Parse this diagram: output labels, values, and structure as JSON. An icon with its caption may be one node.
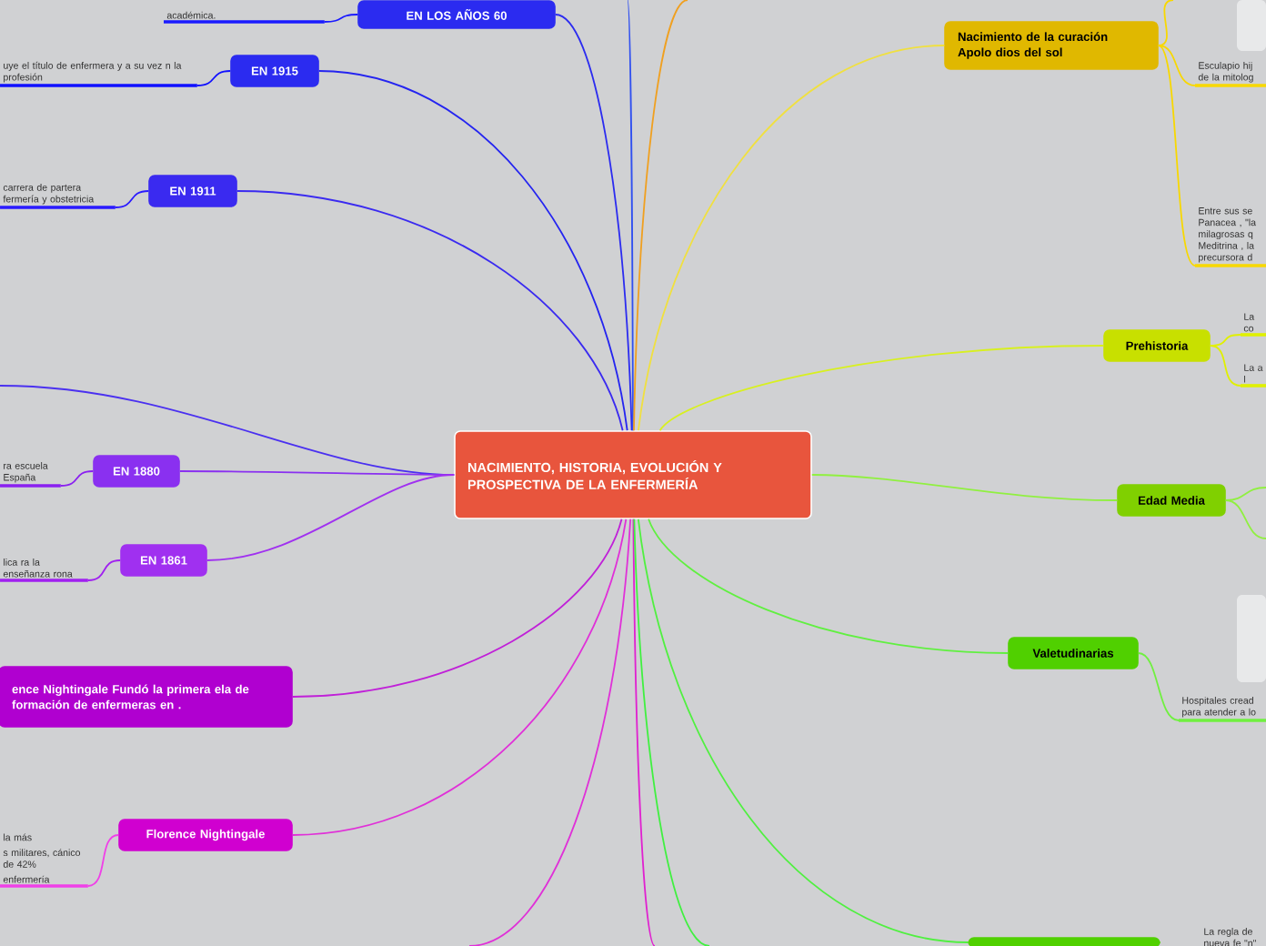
{
  "diagram": {
    "nodes": [
      {
        "text": [
          "NACIMIENTO, HISTORIA, EVOLUCIÓN Y PROSPECTIVA DE LA ENFERMERÍA"
        ]
      },
      {
        "text": [
          "EN LOS AÑOS 60"
        ]
      },
      {
        "text": [
          "académica."
        ]
      },
      {
        "text": [
          "EN 1915"
        ]
      },
      {
        "text": [
          "uye el título de enfermera y a su vez n la profesión"
        ]
      },
      {
        "text": [
          "EN 1911"
        ]
      },
      {
        "text": [
          "carrera de partera fermería y obstetricia"
        ]
      },
      {
        "text": [
          "EN 1880"
        ]
      },
      {
        "text": [
          "ra escuela España"
        ]
      },
      {
        "text": [
          "EN 1861"
        ]
      },
      {
        "text": [
          "lica ra la enseñanza rona"
        ]
      },
      {
        "text": [
          "ence Nightingale Fundó la primera ela de formación de enfermeras en ."
        ]
      },
      {
        "text": [
          "Florence Nightingale"
        ]
      },
      {
        "text": [
          "la más",
          "s militares, cánico de 42%",
          "enfermería"
        ]
      },
      {
        "text": [
          "Nacimiento de la curación Apolo dios del sol"
        ]
      },
      {
        "text": [
          "Esculapio hij de la mitolog"
        ]
      },
      {
        "text": [
          "Entre sus se Panacea , \"la milagrosas q Meditrina , la precursora d"
        ]
      },
      {
        "text": [
          "Prehistoria"
        ]
      },
      {
        "text": [
          "La co"
        ]
      },
      {
        "text": [
          "La a l"
        ]
      },
      {
        "text": [
          "Edad Media"
        ]
      },
      {
        "text": [
          "Valetudinarias"
        ]
      },
      {
        "text": [
          "Hospitales cread para atender a lo"
        ]
      },
      {
        "text": [],
        "shape": "box"
      },
      {
        "text": [
          "La regla de nueva fe \"n\""
        ]
      }
    ],
    "edges": [
      {
        "from": 0,
        "to": 1,
        "arrow": "none",
        "color": "#2b2bf0"
      },
      {
        "from": 1,
        "to": 2,
        "arrow": "none",
        "color": "#1a1aff"
      },
      {
        "from": 0,
        "to": 3,
        "arrow": "none",
        "color": "#2424f0"
      },
      {
        "from": 3,
        "to": 4,
        "arrow": "none",
        "color": "#1010ff"
      },
      {
        "from": 0,
        "to": 5,
        "arrow": "none",
        "color": "#3a2af0"
      },
      {
        "from": 5,
        "to": 6,
        "arrow": "none",
        "color": "#2a1aff"
      },
      {
        "from": 0,
        "to": null,
        "arrow": "none",
        "color": "#4a30f0"
      },
      {
        "from": 0,
        "to": 7,
        "arrow": "none",
        "color": "#8a30f0"
      },
      {
        "from": 7,
        "to": 8,
        "arrow": "none",
        "color": "#8a20f0"
      },
      {
        "from": 0,
        "to": 9,
        "arrow": "none",
        "color": "#a030f0"
      },
      {
        "from": 9,
        "to": 10,
        "arrow": "none",
        "color": "#a020f0"
      },
      {
        "from": 0,
        "to": 11,
        "arrow": "none",
        "color": "#c020d8"
      },
      {
        "from": 0,
        "to": 12,
        "arrow": "none",
        "color": "#e030d8"
      },
      {
        "from": 12,
        "to": 13,
        "arrow": "none",
        "color": "#f040e8"
      },
      {
        "from": 0,
        "to": null,
        "arrow": "none",
        "color": "#e030d8"
      },
      {
        "from": 0,
        "to": null,
        "arrow": "none",
        "color": "#e020d0"
      },
      {
        "from": 0,
        "to": null,
        "arrow": "none",
        "color": "#40f040"
      },
      {
        "from": 0,
        "to": 23,
        "arrow": "none",
        "color": "#50f040"
      },
      {
        "from": 0,
        "to": null,
        "arrow": "none",
        "color": "#3050f0"
      },
      {
        "from": 0,
        "to": null,
        "arrow": "none",
        "color": "#f0a020"
      },
      {
        "from": 0,
        "to": 14,
        "arrow": "none",
        "color": "#f0e040"
      },
      {
        "from": 14,
        "to": 15,
        "arrow": "none",
        "color": "#f8d800"
      },
      {
        "from": 14,
        "to": 16,
        "arrow": "none",
        "color": "#f8d800"
      },
      {
        "from": 14,
        "to": null,
        "arrow": "none",
        "color": "#f8d800"
      },
      {
        "from": 0,
        "to": 17,
        "arrow": "none",
        "color": "#d8f020"
      },
      {
        "from": 17,
        "to": 18,
        "arrow": "none",
        "color": "#e0f000"
      },
      {
        "from": 17,
        "to": 19,
        "arrow": "none",
        "color": "#e0f000"
      },
      {
        "from": 0,
        "to": 20,
        "arrow": "none",
        "color": "#90f040"
      },
      {
        "from": 20,
        "to": null,
        "arrow": "none",
        "color": "#90f040"
      },
      {
        "from": 20,
        "to": null,
        "arrow": "none",
        "color": "#90f040"
      },
      {
        "from": 0,
        "to": 21,
        "arrow": "none",
        "color": "#60f040"
      },
      {
        "from": 21,
        "to": 22,
        "arrow": "none",
        "color": "#70f040"
      }
    ]
  }
}
